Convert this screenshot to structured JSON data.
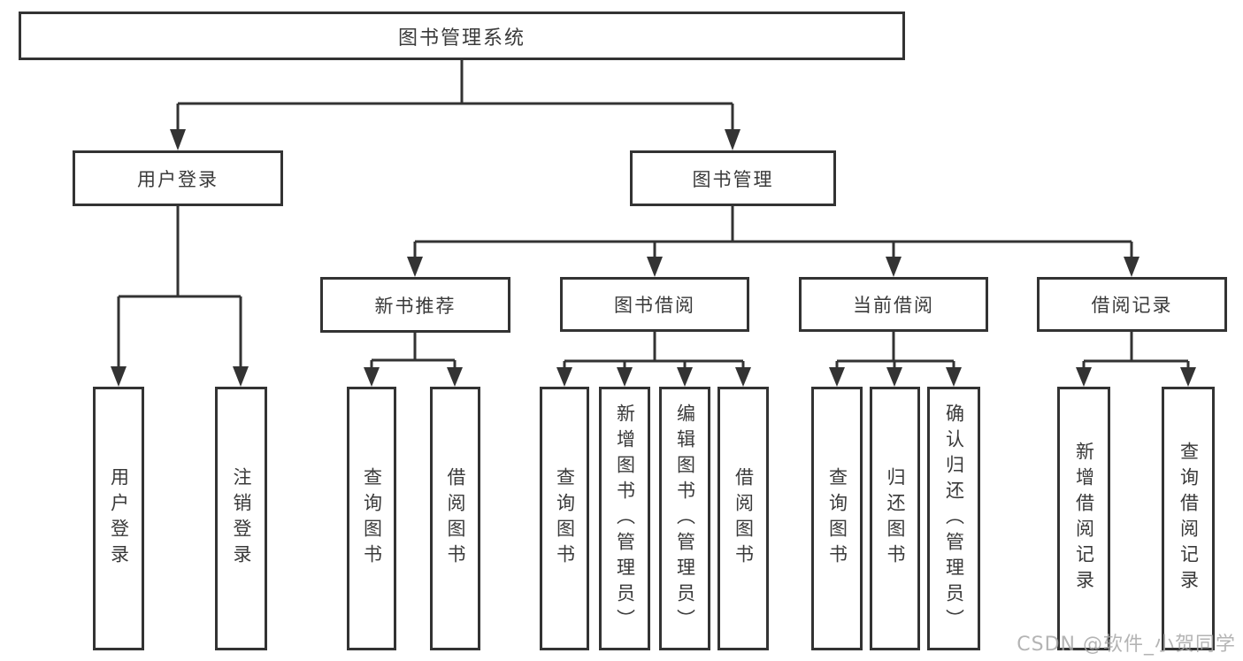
{
  "diagram": {
    "colors": {
      "line": "#333333",
      "box_border": "#333333",
      "text": "#3a3a3a",
      "background": "#ffffff",
      "watermark": "#a8a8a8"
    },
    "tree": {
      "label": "图书管理系统",
      "children": [
        {
          "label": "用户登录",
          "children": [
            {
              "label": "用户登录"
            },
            {
              "label": "注销登录"
            }
          ]
        },
        {
          "label": "图书管理",
          "children": [
            {
              "label": "新书推荐",
              "children": [
                {
                  "label": "查询图书"
                },
                {
                  "label": "借阅图书"
                }
              ]
            },
            {
              "label": "图书借阅",
              "children": [
                {
                  "label": "查询图书"
                },
                {
                  "label": "新增图书（管理员）"
                },
                {
                  "label": "编辑图书（管理员）"
                },
                {
                  "label": "借阅图书"
                }
              ]
            },
            {
              "label": "当前借阅",
              "children": [
                {
                  "label": "查询图书"
                },
                {
                  "label": "归还图书"
                },
                {
                  "label": "确认归还（管理员）"
                }
              ]
            },
            {
              "label": "借阅记录",
              "children": [
                {
                  "label": "新增借阅记录"
                },
                {
                  "label": "查询借阅记录"
                }
              ]
            }
          ]
        }
      ]
    },
    "watermark": {
      "text": "CSDN @软件_小贺同学"
    }
  }
}
